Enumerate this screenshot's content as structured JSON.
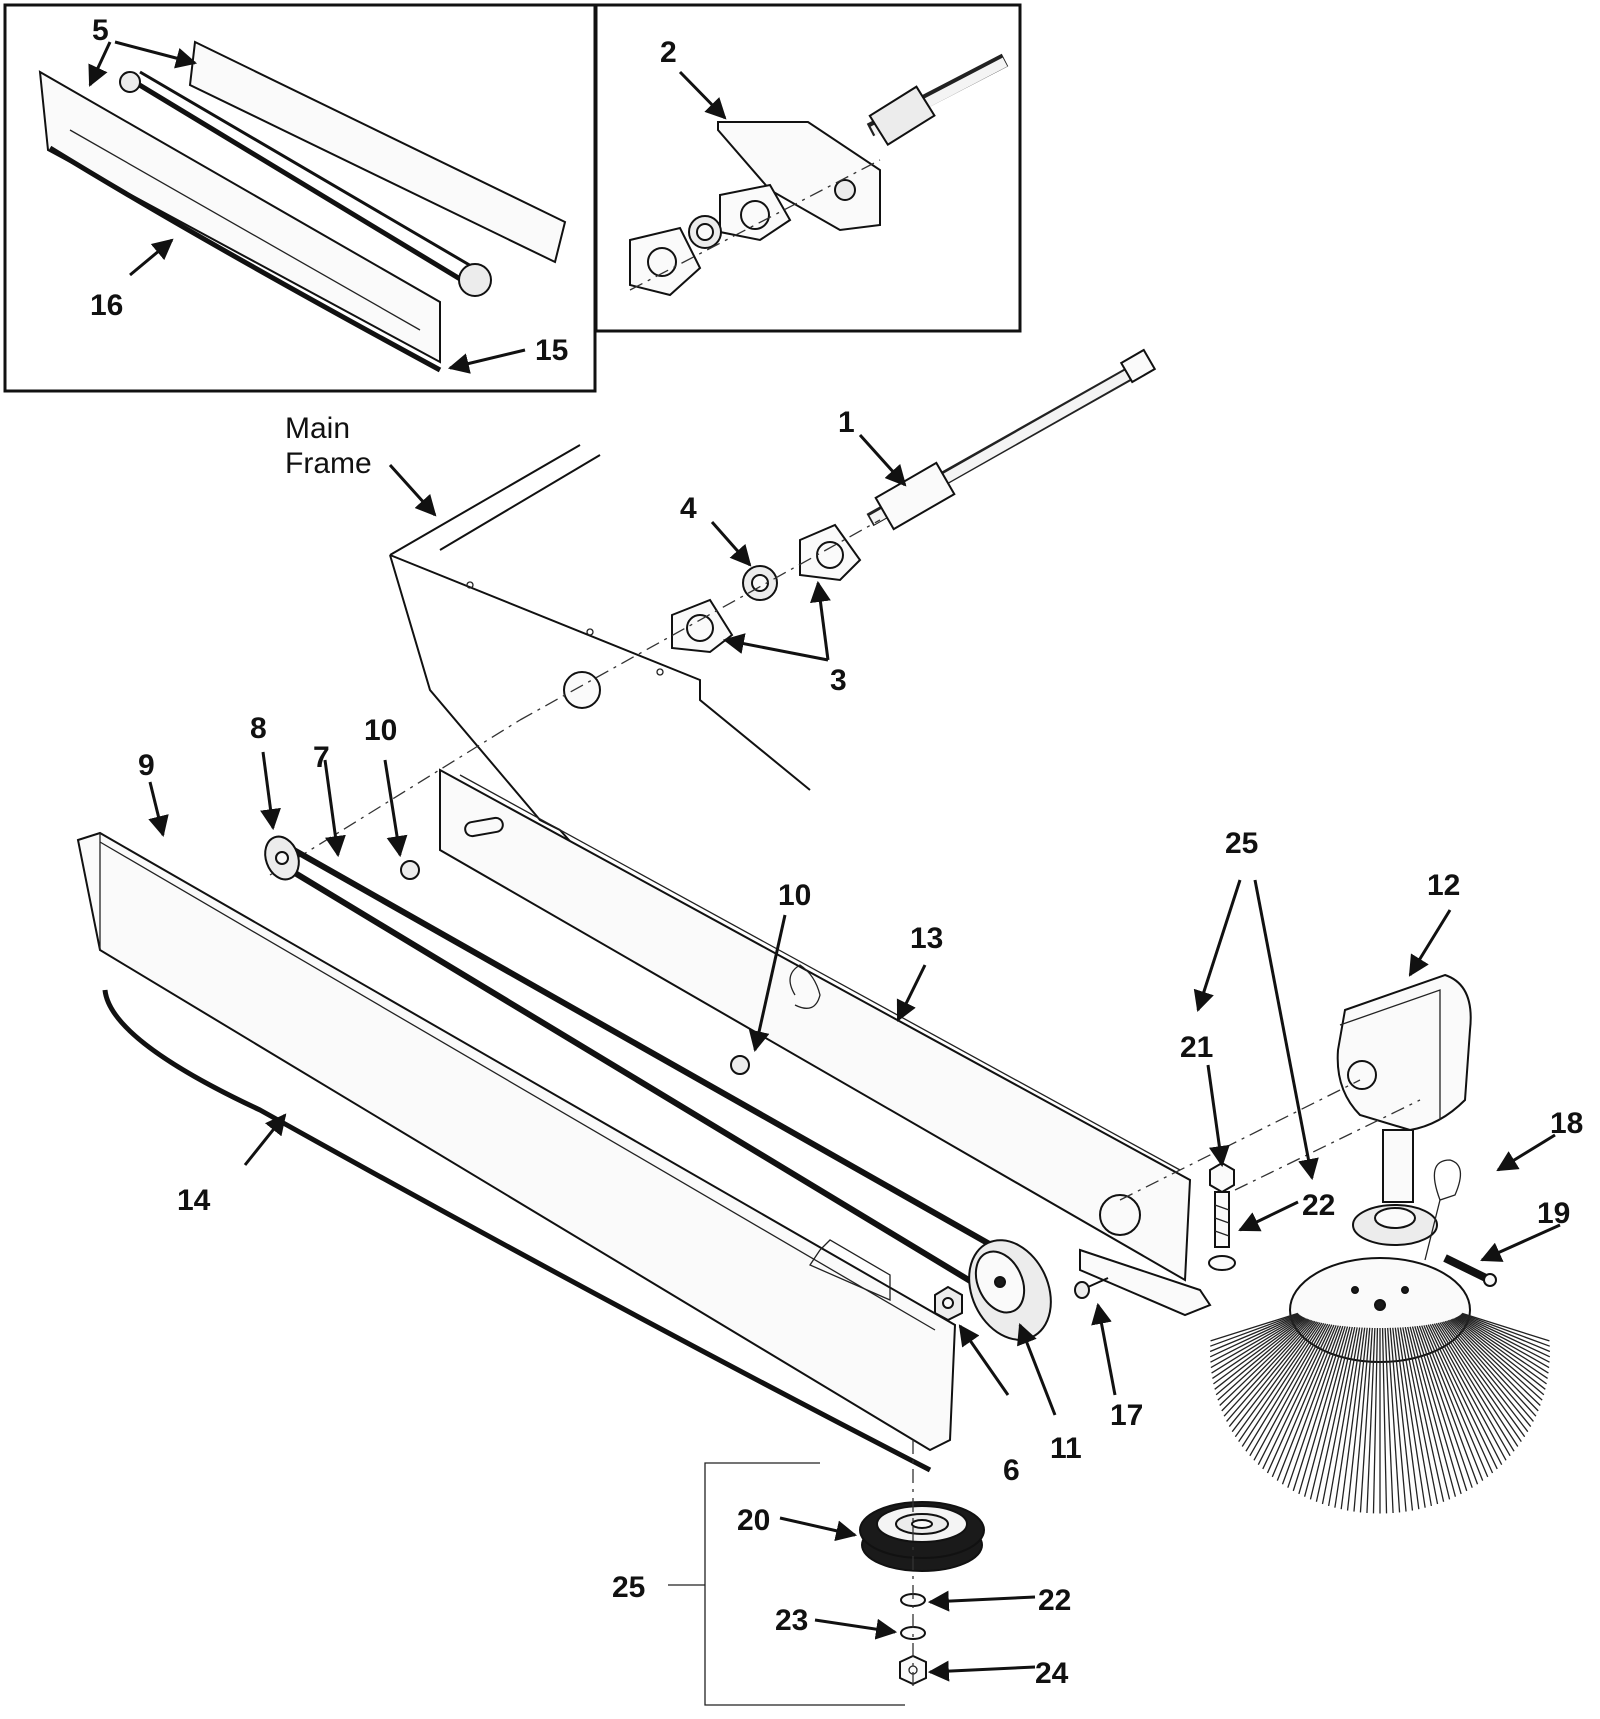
{
  "callouts": {
    "c1": "1",
    "c2": "2",
    "c3": "3",
    "c4": "4",
    "c5": "5",
    "c6": "6",
    "c7": "7",
    "c8": "8",
    "c9": "9",
    "c10a": "10",
    "c10b": "10",
    "c11": "11",
    "c12": "12",
    "c13": "13",
    "c14": "14",
    "c15": "15",
    "c16": "16",
    "c17": "17",
    "c18": "18",
    "c19": "19",
    "c20": "20",
    "c21": "21",
    "c22a": "22",
    "c22b": "22",
    "c23": "23",
    "c24": "24",
    "c25a": "25",
    "c25b": "25"
  },
  "main_frame_label": {
    "line1": "Main",
    "line2": "Frame"
  }
}
